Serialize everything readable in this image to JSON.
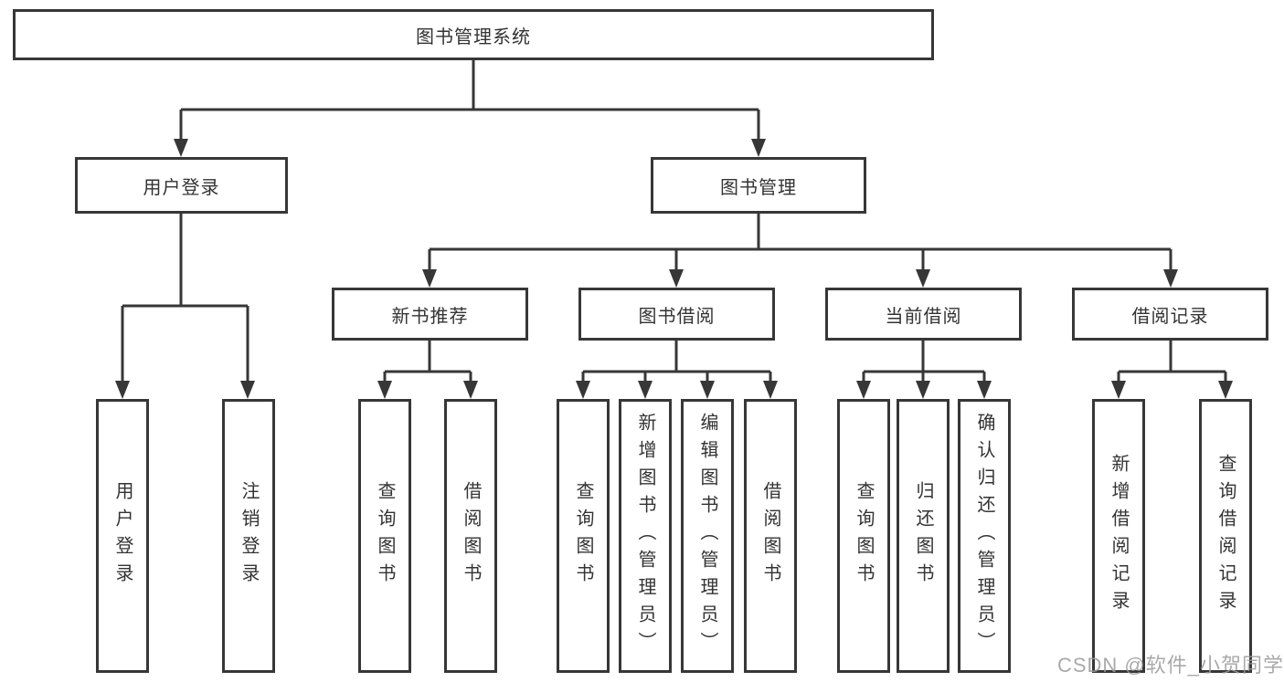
{
  "diagram": {
    "title": "图书管理系统",
    "root": {
      "label": "图书管理系统"
    },
    "level2": [
      {
        "label": "用户登录"
      },
      {
        "label": "图书管理"
      }
    ],
    "level3": [
      {
        "label": "新书推荐"
      },
      {
        "label": "图书借阅"
      },
      {
        "label": "当前借阅"
      },
      {
        "label": "借阅记录"
      }
    ],
    "leaves": {
      "user_login": [
        "用户登录",
        "注销登录"
      ],
      "new_book_recommend": [
        "查询图书",
        "借阅图书"
      ],
      "book_borrow": [
        "查询图书",
        "新增图书（管理员）",
        "编辑图书（管理员）",
        "借阅图书"
      ],
      "current_borrow": [
        "查询图书",
        "归还图书",
        "确认归还（管理员）"
      ],
      "borrow_records": [
        "新增借阅记录",
        "查询借阅记录"
      ]
    }
  },
  "watermark": "CSDN @软件_小贺同学",
  "colors": {
    "line": "#373737",
    "text": "#333333",
    "watermark": "#9b9b9b",
    "background": "#ffffff"
  }
}
